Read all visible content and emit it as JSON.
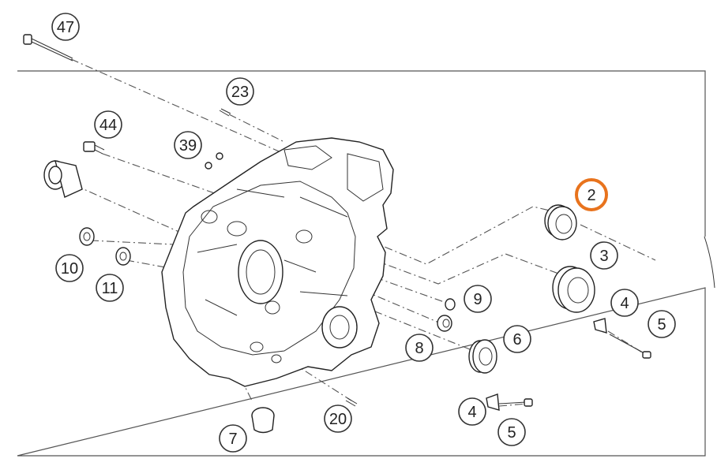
{
  "colors": {
    "highlight": "#e8731d",
    "line": "#222222",
    "background": "#ffffff"
  },
  "highlighted_callout": "2",
  "callouts": [
    {
      "id": "c47",
      "label": "47"
    },
    {
      "id": "c23",
      "label": "23"
    },
    {
      "id": "c44",
      "label": "44"
    },
    {
      "id": "c39",
      "label": "39"
    },
    {
      "id": "c2",
      "label": "2"
    },
    {
      "id": "c3",
      "label": "3"
    },
    {
      "id": "c10",
      "label": "10"
    },
    {
      "id": "c11",
      "label": "11"
    },
    {
      "id": "c9",
      "label": "9"
    },
    {
      "id": "c4a",
      "label": "4"
    },
    {
      "id": "c5a",
      "label": "5"
    },
    {
      "id": "c8",
      "label": "8"
    },
    {
      "id": "c6",
      "label": "6"
    },
    {
      "id": "c4b",
      "label": "4"
    },
    {
      "id": "c5b",
      "label": "5"
    },
    {
      "id": "c20",
      "label": "20"
    },
    {
      "id": "c7",
      "label": "7"
    }
  ]
}
